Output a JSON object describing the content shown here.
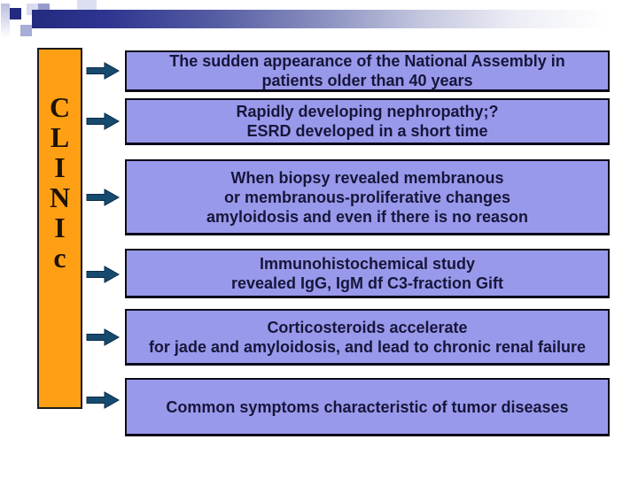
{
  "slide": {
    "clinic_label": {
      "letters": [
        "C",
        "L",
        "I",
        "N",
        "I",
        "c"
      ]
    },
    "boxes": [
      {
        "lines": [
          "The sudden appearance of the National Assembly in",
          "patients older than 40 years"
        ]
      },
      {
        "lines": [
          "Rapidly developing nephropathy;?",
          "ESRD developed in a short time"
        ]
      },
      {
        "lines": [
          "When biopsy revealed membranous",
          "or membranous-proliferative changes",
          "amyloidosis and even if there is no reason"
        ]
      },
      {
        "lines": [
          "Immunohistochemical study",
          "revealed IgG, IgM df C3-fraction Gift"
        ]
      },
      {
        "lines": [
          "Corticosteroids accelerate",
          "for jade and amyloidosis, and lead to chronic renal failure"
        ]
      },
      {
        "lines": [
          "Common symptoms characteristic of tumor diseases"
        ]
      }
    ]
  },
  "colors": {
    "accent_orange": "#FFA014",
    "box_fill": "#9999EC",
    "box_text": "#16163A",
    "arrow_fill": "#164A6E",
    "banner_navy": "#232B7F",
    "letter_color": "#201206"
  }
}
